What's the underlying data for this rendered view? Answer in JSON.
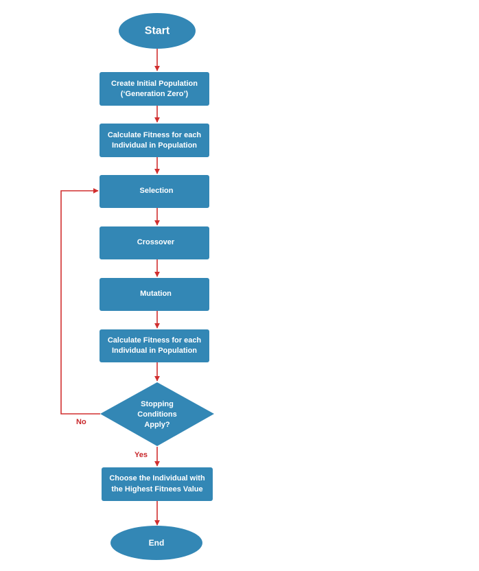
{
  "nodes": {
    "start": {
      "label": "Start"
    },
    "create_population": {
      "line1": "Create Initial Population",
      "line2": "(‘Generation Zero’)"
    },
    "calc_fitness_1": {
      "line1": "Calculate Fitness for each",
      "line2": "Individual in Population"
    },
    "selection": {
      "label": "Selection"
    },
    "crossover": {
      "label": "Crossover"
    },
    "mutation": {
      "label": "Mutation"
    },
    "calc_fitness_2": {
      "line1": "Calculate Fitness for each",
      "line2": "Individual in Population"
    },
    "stopping_conditions": {
      "line1": "Stopping",
      "line2": "Conditions",
      "line3": "Apply?"
    },
    "choose_individual": {
      "line1": "Choose the Individual with",
      "line2": "the Highest Fitnees Value"
    },
    "end": {
      "label": "End"
    }
  },
  "edges": {
    "no_label": "No",
    "yes_label": "Yes"
  },
  "colors": {
    "node_fill": "#3387b5",
    "node_text": "#ffffff",
    "arrow": "#d12f2f",
    "edge_label": "#c8262a"
  }
}
